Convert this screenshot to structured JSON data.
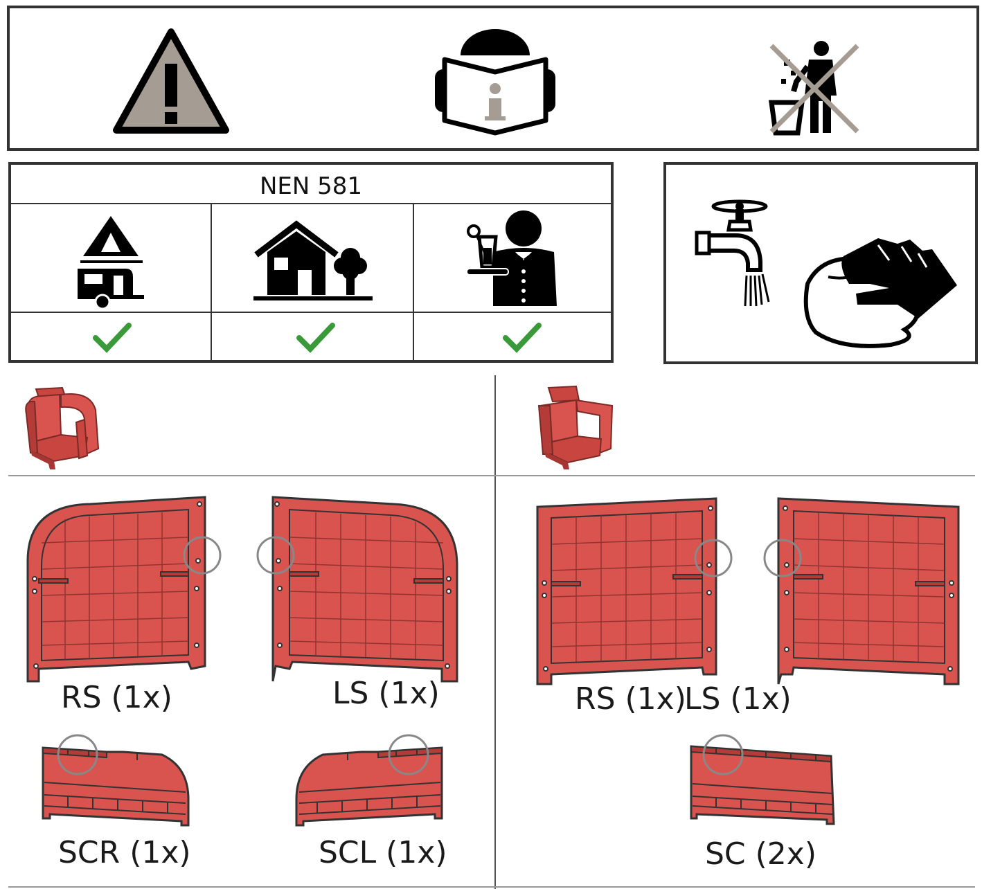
{
  "certification": {
    "title": "NEN 581",
    "categories": [
      {
        "icon": "camping-icon",
        "approved": true
      },
      {
        "icon": "home-garden-icon",
        "approved": true
      },
      {
        "icon": "contract-catering-icon",
        "approved": true
      }
    ],
    "check_color": "#3a9a3a"
  },
  "warnings": {
    "icons": [
      "warning-triangle-icon",
      "read-manual-icon",
      "no-littering-icon"
    ]
  },
  "care": {
    "icons": [
      "water-tap-icon",
      "wipe-cloth-hand-icon"
    ]
  },
  "colors": {
    "part": "#d9534f",
    "part_dark": "#a53633",
    "outline": "#333333",
    "circle": "#888888"
  },
  "variants": [
    {
      "chair_icon": "round-armchair-icon",
      "parts": [
        {
          "code_label": "RS (1x)"
        },
        {
          "code_label": "LS (1x)"
        },
        {
          "code_label": "SCR (1x)"
        },
        {
          "code_label": "SCL (1x)"
        }
      ]
    },
    {
      "chair_icon": "square-armchair-icon",
      "parts": [
        {
          "code_label": "RS (1x)"
        },
        {
          "code_label": "LS (1x)"
        },
        {
          "code_label": "SC (2x)"
        }
      ]
    }
  ]
}
